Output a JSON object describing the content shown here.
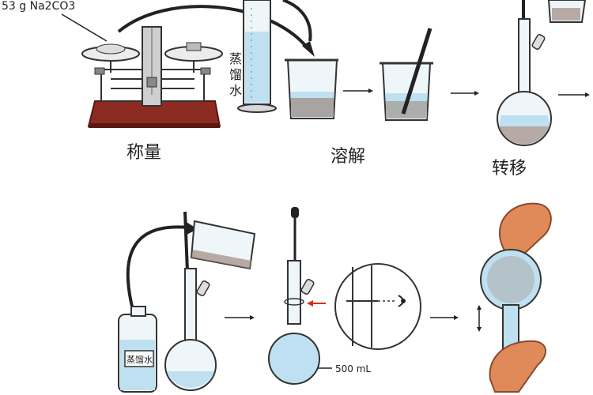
{
  "header_label": "53 g Na2CO3",
  "steps": {
    "weigh": "称量",
    "dissolve": "溶解",
    "transfer": "转移"
  },
  "water_label_vertical": [
    "蒸",
    "馏",
    "水"
  ],
  "bottle_label": "蒸馏水",
  "flask_mark": "500 mL",
  "colors": {
    "liquid": "#bfe0f0",
    "sediment": "#a08a80",
    "base_red": "#8b2b22",
    "base_dark": "#5a1812",
    "arrow": "#222222",
    "skin": "#e08a5a",
    "marker_red": "#d03020"
  }
}
